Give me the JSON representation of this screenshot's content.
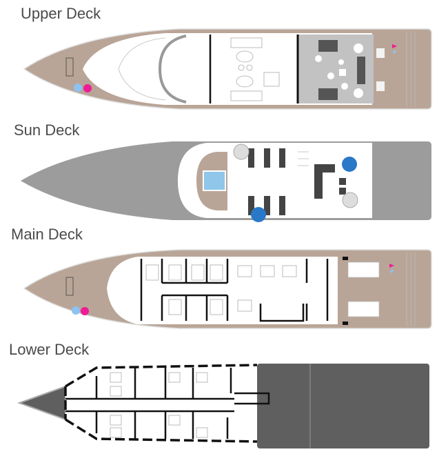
{
  "decks": [
    {
      "name": "Upper Deck"
    },
    {
      "name": "Sun Deck"
    },
    {
      "name": "Main Deck"
    },
    {
      "name": "Lower Deck"
    }
  ],
  "colors": {
    "deck_wood": "#b9a597",
    "sun_deck_gray": "#9c9c9c",
    "lounge_gray": "#c2c2c2",
    "lower_dark": "#5f5f5f",
    "pool_blue": "#8fc6ea",
    "marker_blue": "#8cc3f2",
    "marker_pink": "#ee1c96",
    "umbrella_blue": "#2a78c8"
  }
}
